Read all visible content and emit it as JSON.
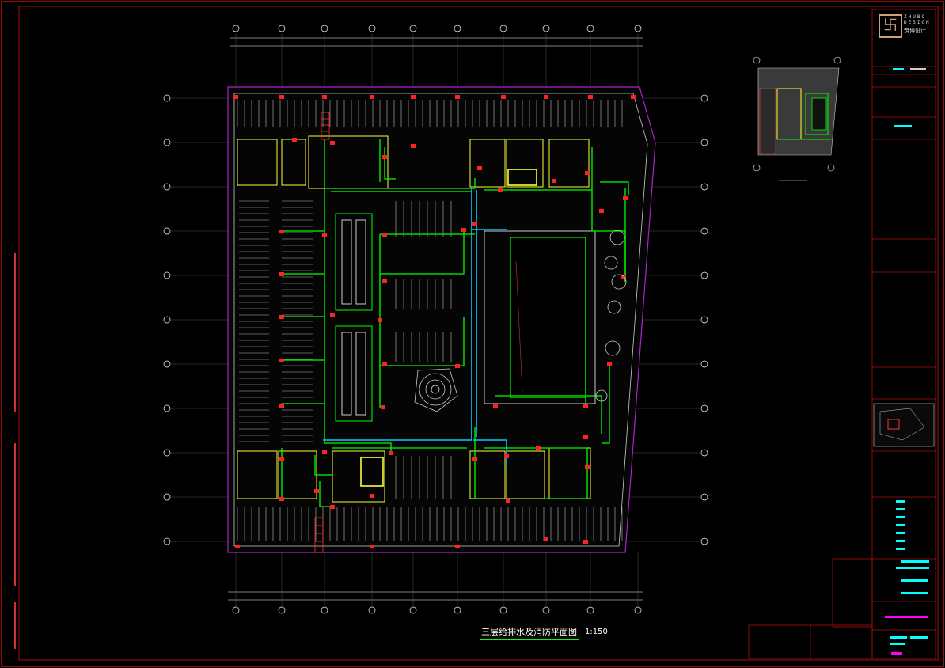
{
  "drawing": {
    "title": "三层给排水及消防平面图",
    "scale": "1:150"
  },
  "firm": {
    "name_en_line1": "ZHUBO",
    "name_en_line2": "DESIGN",
    "name_cn": "筑博设计"
  },
  "colors": {
    "frame": "#cc1111",
    "wall": "#dddddd",
    "water_supply": "#00ff00",
    "fire_pipe": "#ff2222",
    "drain": "#00ccff",
    "hatch": "#ffff33",
    "magenta": "#ff00ff",
    "cyan": "#00ffff",
    "purple": "#aa22cc"
  }
}
